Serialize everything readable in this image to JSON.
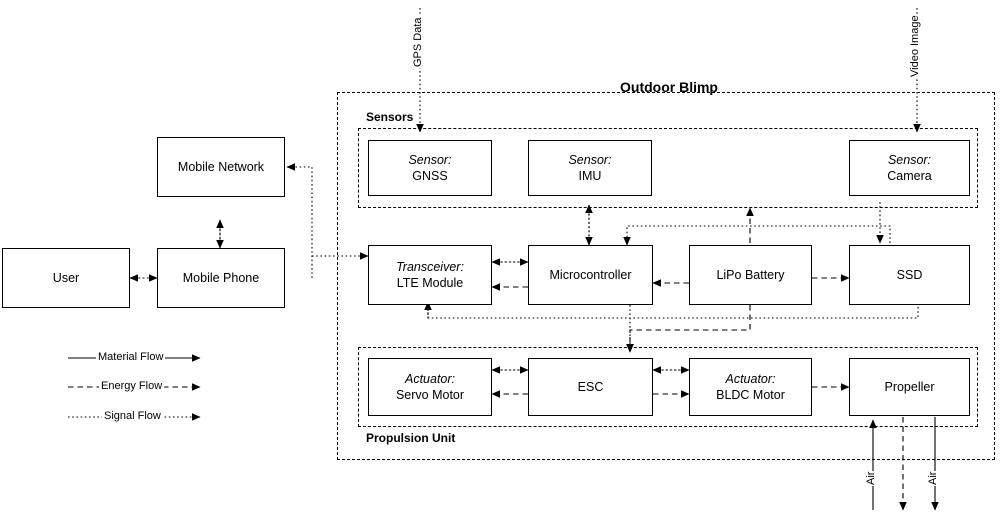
{
  "diagram": {
    "title": "Outdoor Blimp",
    "system_label": "Outdoor Blimp",
    "groups": [
      {
        "id": "sensors",
        "label": "Sensors"
      },
      {
        "id": "propulsion",
        "label": "Propulsion Unit"
      }
    ],
    "blocks": [
      {
        "id": "user",
        "kind": "",
        "name": "User"
      },
      {
        "id": "mobilephone",
        "kind": "",
        "name": "Mobile Phone"
      },
      {
        "id": "mobilenet",
        "kind": "",
        "name": "Mobile Network"
      },
      {
        "id": "gnss",
        "kind": "Sensor:",
        "name": "GNSS"
      },
      {
        "id": "imu",
        "kind": "Sensor:",
        "name": "IMU"
      },
      {
        "id": "camera",
        "kind": "Sensor:",
        "name": "Camera"
      },
      {
        "id": "lte",
        "kind": "Transceiver:",
        "name": "LTE Module"
      },
      {
        "id": "mcu",
        "kind": "",
        "name": "Microcontroller"
      },
      {
        "id": "battery",
        "kind": "",
        "name": "LiPo Battery"
      },
      {
        "id": "ssd",
        "kind": "",
        "name": "SSD"
      },
      {
        "id": "servo",
        "kind": "Actuator:",
        "name": "Servo Motor"
      },
      {
        "id": "esc",
        "kind": "",
        "name": "ESC"
      },
      {
        "id": "bldc",
        "kind": "Actuator:",
        "name": "BLDC Motor"
      },
      {
        "id": "propeller",
        "kind": "",
        "name": "Propeller"
      }
    ],
    "flow_labels": [
      {
        "id": "gps-data",
        "text": "GPS Data"
      },
      {
        "id": "video-image",
        "text": "Video Image"
      },
      {
        "id": "air-in",
        "text": "Air"
      },
      {
        "id": "air-out",
        "text": "Air"
      }
    ],
    "legend": [
      {
        "id": "material",
        "label": "Material Flow",
        "style": "solid"
      },
      {
        "id": "energy",
        "label": "Energy Flow",
        "style": "dashed"
      },
      {
        "id": "signal",
        "label": "Signal Flow",
        "style": "dotted"
      }
    ],
    "colors": {
      "line": "#000000",
      "background": "#ffffff",
      "box_fill": "#ffffff"
    }
  }
}
